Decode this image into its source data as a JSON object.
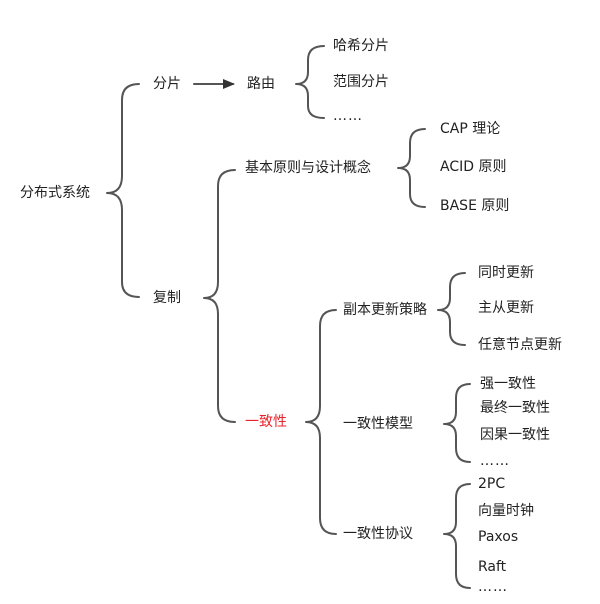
{
  "colors": {
    "text": "#222222",
    "highlight": "#e8242b",
    "line": "#555555"
  },
  "nodes": {
    "root": "分布式系统",
    "sharding": "分片",
    "routing": "路由",
    "hash_sharding": "哈希分片",
    "range_sharding": "范围分片",
    "routing_more": "……",
    "replication": "复制",
    "basics": "基本原则与设计概念",
    "cap": "CAP 理论",
    "acid": "ACID 原则",
    "base": "BASE 原则",
    "consistency": "一致性",
    "update_strategy": "副本更新策略",
    "sync_update": "同时更新",
    "primary_update": "主从更新",
    "any_node_update": "任意节点更新",
    "consistency_model": "一致性模型",
    "strong": "强一致性",
    "eventual": "最终一致性",
    "causal": "因果一致性",
    "model_more": "……",
    "consistency_protocol": "一致性协议",
    "two_pc": "2PC",
    "vector_clock": "向量时钟",
    "paxos": "Paxos",
    "raft": "Raft",
    "protocol_more": "……"
  }
}
